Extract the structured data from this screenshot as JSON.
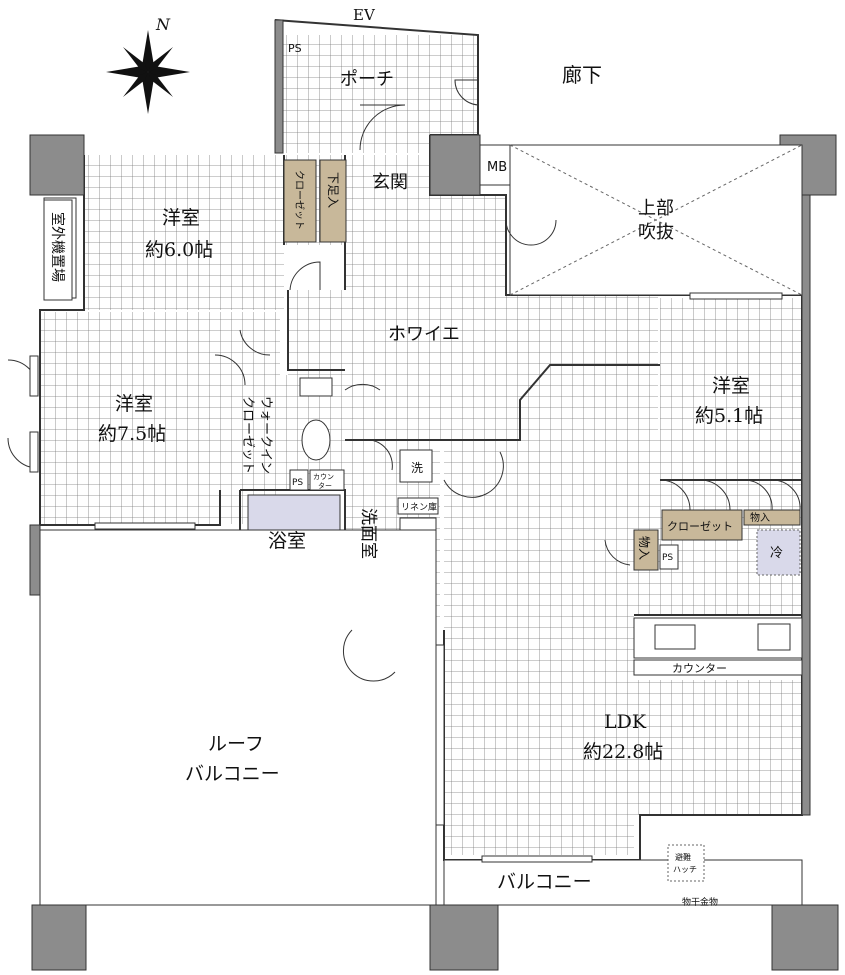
{
  "north_label": "N",
  "labels": {
    "ev": "EV",
    "ps_top": "PS",
    "porch": "ポーチ",
    "corridor": "廊下",
    "mb": "MB",
    "entrance": "玄関",
    "void_line1": "上部",
    "void_line2": "吹抜",
    "closet_v": "クローゼット",
    "shoebox_v": "下足入",
    "room_nw_name": "洋室",
    "room_nw_size": "約6.0帖",
    "outdoor_unit_v": "室外機置場",
    "foyer": "ホワイエ",
    "room_w_name": "洋室",
    "room_w_size": "約7.5帖",
    "walkin_v1": "ウォークイン",
    "walkin_v2": "クローゼット",
    "room_e_name": "洋室",
    "room_e_size": "約5.1帖",
    "wash_machine": "洗",
    "linen": "リネン庫",
    "counter_small_1": "カウン",
    "counter_small_2": "ター",
    "ps_toilet": "PS",
    "bath": "浴室",
    "washroom_v": "洗面室",
    "closet_e": "クローゼット",
    "storage_small": "物入",
    "storage_v": "物入",
    "ps_kitchen": "PS",
    "fridge": "冷",
    "counter": "カウンター",
    "ldk_name": "LDK",
    "ldk_size": "約22.8帖",
    "roof_balcony_1": "ルーフ",
    "roof_balcony_2": "バルコニー",
    "balcony": "バルコニー",
    "hatch_1": "避難",
    "hatch_2": "ハッチ",
    "drying_hardware": "物干金物"
  },
  "colors": {
    "wall": "#8c8c8c",
    "grid": "#7a7a7a",
    "closet": "#c8b89a",
    "bath": "#d9d9ea",
    "line": "#333333"
  }
}
